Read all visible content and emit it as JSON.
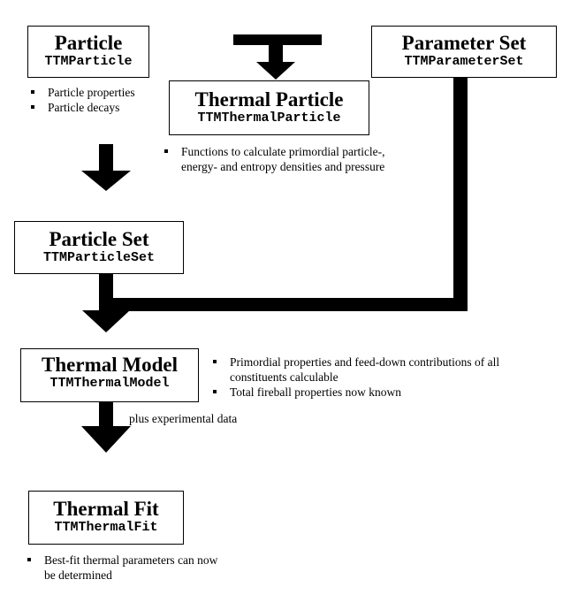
{
  "nodes": {
    "particle": {
      "title": "Particle",
      "class_name": "TTMParticle"
    },
    "thermal_particle": {
      "title": "Thermal Particle",
      "class_name": "TTMThermalParticle"
    },
    "parameter_set": {
      "title": "Parameter Set",
      "class_name": "TTMParameterSet"
    },
    "particle_set": {
      "title": "Particle Set",
      "class_name": "TTMParticleSet"
    },
    "thermal_model": {
      "title": "Thermal Model",
      "class_name": "TTMThermalModel"
    },
    "thermal_fit": {
      "title": "Thermal Fit",
      "class_name": "TTMThermalFit"
    }
  },
  "notes": {
    "particle": [
      "Particle properties",
      "Particle decays"
    ],
    "thermal_particle": [
      "Functions to calculate primordial particle-, energy- and entropy densities and pressure"
    ],
    "thermal_model": [
      "Primordial properties and feed-down contributions of all constituents calculable",
      "Total fireball properties now known"
    ],
    "thermal_fit": [
      "Best-fit thermal parameters can now be determined"
    ]
  },
  "edge_labels": {
    "model_to_fit": "plus experimental data"
  }
}
